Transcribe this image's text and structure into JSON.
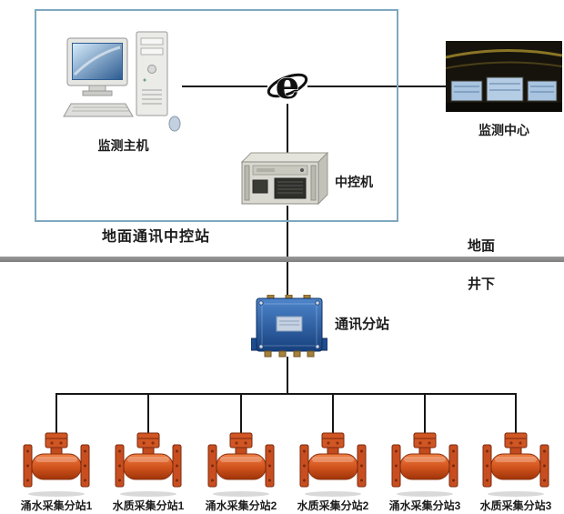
{
  "ground_station": {
    "label": "地面通讯中控站",
    "host_label": "监测主机",
    "control_label": "中控机"
  },
  "center_label": "监测中心",
  "surface_label": "地面",
  "underground_label": "井下",
  "substation_label": "通讯分站",
  "devices": [
    "涌水采集分站1",
    "水质采集分站1",
    "涌水采集分站2",
    "水质采集分站2",
    "涌水采集分站3",
    "水质采集分站3"
  ],
  "colors": {
    "line": "#161616",
    "ground_box_border": "#7fa8c0",
    "divider": "#8a8a8a",
    "substation_blue": "#2a5fa8",
    "device_orange": "#d4551f"
  }
}
